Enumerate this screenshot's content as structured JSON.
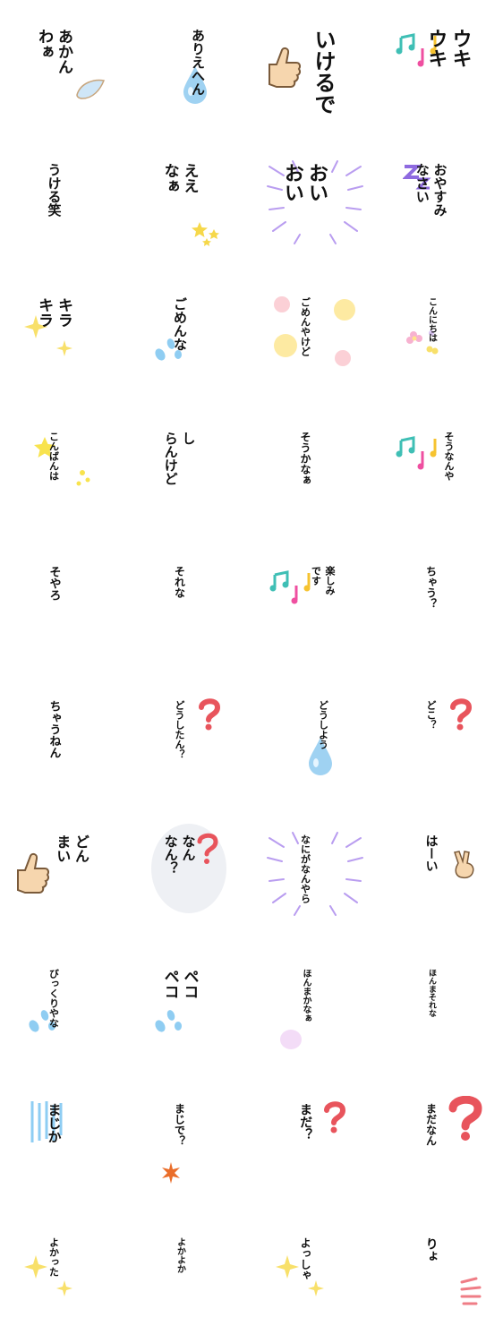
{
  "stickers": [
    {
      "lines": [
        "あかん",
        "わぁ"
      ],
      "deco": "tear-drop-icon",
      "size": 17
    },
    {
      "lines": [
        "ありえへん"
      ],
      "deco": "blue-drop-icon",
      "size": 15
    },
    {
      "lines": [
        "いけるで"
      ],
      "deco": "thumbs-up-icon",
      "size": 24
    },
    {
      "lines": [
        "ウキ",
        "ウキ"
      ],
      "deco": "music-notes-icon",
      "size": 22
    },
    {
      "lines": [
        "うける笑"
      ],
      "deco": "",
      "size": 15
    },
    {
      "lines": [
        "ええ",
        "なぁ"
      ],
      "deco": "stars-icon",
      "size": 17
    },
    {
      "lines": [
        "おい",
        "おい"
      ],
      "deco": "purple-burst-icon",
      "size": 22
    },
    {
      "lines": [
        "おやすみ",
        "なさい"
      ],
      "deco": "sleep-zzz-icon",
      "size": 15
    },
    {
      "lines": [
        "キラ",
        "キラ"
      ],
      "deco": "sparkles-icon",
      "size": 17
    },
    {
      "lines": [
        "ごめんな"
      ],
      "deco": "sweat-drops-icon",
      "size": 15
    },
    {
      "lines": [
        "ごめんやけど"
      ],
      "deco": "pastel-dots-icon",
      "size": 11
    },
    {
      "lines": [
        "こんにちは"
      ],
      "deco": "flowers-icon",
      "size": 10
    },
    {
      "lines": [
        "こんばんは"
      ],
      "deco": "shooting-star-icon",
      "size": 11
    },
    {
      "lines": [
        "し",
        "らんけど"
      ],
      "deco": "",
      "size": 15
    },
    {
      "lines": [
        "そうかなぁ"
      ],
      "deco": "",
      "size": 12
    },
    {
      "lines": [
        "そうなんや"
      ],
      "deco": "music-notes-icon",
      "size": 11
    },
    {
      "lines": [
        "そやろ"
      ],
      "deco": "",
      "size": 13
    },
    {
      "lines": [
        "それな"
      ],
      "deco": "",
      "size": 12
    },
    {
      "lines": [
        "楽しみ",
        "です"
      ],
      "deco": "music-notes-icon",
      "size": 11
    },
    {
      "lines": [
        "ちゃう？"
      ],
      "deco": "",
      "size": 12
    },
    {
      "lines": [
        "ちゃうねん"
      ],
      "deco": "",
      "size": 13
    },
    {
      "lines": [
        "どうしたん？"
      ],
      "deco": "question-mark-icon",
      "size": 11
    },
    {
      "lines": [
        "どうしよう"
      ],
      "deco": "blue-drop-icon",
      "size": 11
    },
    {
      "lines": [
        "どこ？"
      ],
      "deco": "question-mark-icon",
      "size": 11
    },
    {
      "lines": [
        "どん",
        "まい"
      ],
      "deco": "thumbs-up-icon",
      "size": 16
    },
    {
      "lines": [
        "なん",
        "なん？"
      ],
      "deco": "question-bubble-icon",
      "size": 15
    },
    {
      "lines": [
        "なにがなんやら"
      ],
      "deco": "purple-burst-icon",
      "size": 11
    },
    {
      "lines": [
        "はーい"
      ],
      "deco": "peace-sign-icon",
      "size": 14
    },
    {
      "lines": [
        "びっくりやな"
      ],
      "deco": "sweat-drops-icon",
      "size": 11
    },
    {
      "lines": [
        "ペコ",
        "ペコ"
      ],
      "deco": "sweat-drops-icon",
      "size": 17
    },
    {
      "lines": [
        "ほんまかなぁ"
      ],
      "deco": "pink-cloud-icon",
      "size": 10
    },
    {
      "lines": [
        "ほんまそれな"
      ],
      "deco": "",
      "size": 9
    },
    {
      "lines": [
        "まじか"
      ],
      "deco": "blue-lines-icon",
      "size": 15
    },
    {
      "lines": [
        "まじで？"
      ],
      "deco": "orange-burst-icon",
      "size": 12
    },
    {
      "lines": [
        "まだ？"
      ],
      "deco": "question-mark-icon",
      "size": 14
    },
    {
      "lines": [
        "まだなん"
      ],
      "deco": "big-question-icon",
      "size": 12
    },
    {
      "lines": [
        "よかった"
      ],
      "deco": "sparkles-icon",
      "size": 11
    },
    {
      "lines": [
        "よかよか"
      ],
      "deco": "",
      "size": 10
    },
    {
      "lines": [
        "よっしゃ"
      ],
      "deco": "sparkles-icon",
      "size": 12
    },
    {
      "lines": [
        "りょ"
      ],
      "deco": "pink-lines-icon",
      "size": 14
    }
  ]
}
